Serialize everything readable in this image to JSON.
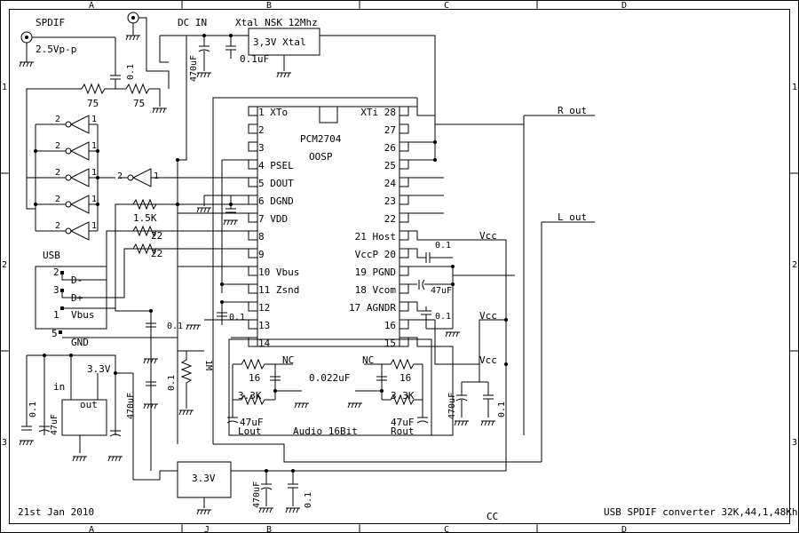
{
  "frame": {
    "columns_top": [
      "A",
      "B",
      "C",
      "D"
    ],
    "columns_bottom": [
      "A",
      "B",
      "J",
      "C",
      "D"
    ],
    "rows_left": [
      "1",
      "2",
      "3"
    ],
    "rows_right": [
      "1",
      "2",
      "3"
    ]
  },
  "title_block": {
    "date": "21st Jan 2010",
    "description": "USB SPDIF converter 32K,44,1,48Khz",
    "cc": "CC"
  },
  "labels": {
    "spdif": "SPDIF",
    "spdif_level": "2.5Vp-p",
    "dc_in": "DC IN",
    "xtal_title": "Xtal NSK 12Mhz",
    "xtal_box": "3,3V Xtal",
    "usb": "USB",
    "r_out": "R out",
    "l_out": "L out",
    "audio": "Audio 16Bit",
    "lout": "Lout",
    "rout": "Rout",
    "nc_left": "NC",
    "nc_right": "NC",
    "reg_in": "in",
    "reg_out": "out",
    "reg_3v3_label": "3.3V",
    "reg_box": "3.3V",
    "vcc1": "Vcc",
    "vcc2": "Vcc",
    "vcc3": "Vcc"
  },
  "usb_pins": {
    "p2": "2",
    "dminus": "D-",
    "p3": "3",
    "dplus": "D+",
    "p1": "1",
    "vbus": "Vbus",
    "p5": "5",
    "gnd": "GND"
  },
  "chip": {
    "name": "PCM2704",
    "suffix": "OOSP",
    "left_pins": [
      "1 XTo",
      "2",
      "3",
      "4 PSEL",
      "5 DOUT",
      "6 DGND",
      "7 VDD",
      "8",
      "9",
      "10 Vbus",
      "11 Zsnd",
      "12",
      "13",
      "14"
    ],
    "right_pins": [
      "XTi 28",
      "27",
      "26",
      "25",
      "24",
      "23",
      "22",
      "21 Host",
      "VccP 20",
      "19 PGND",
      "18 Vcom",
      "17 AGNDR",
      "16",
      "15"
    ]
  },
  "inverters": {
    "pin_in": "1",
    "pin_out": "2"
  },
  "components": {
    "r75a": "75",
    "r75b": "75",
    "c_spdif": "0.1",
    "c_xtal_470": "470uF",
    "c_xtal_01": "0.1uF",
    "r_1k5": "1.5K",
    "r22a": "22",
    "r22b": "22",
    "c_vcc": "0.1",
    "c_vcom": "47uF",
    "c_agnd": "0.1",
    "c_p12": "0.1",
    "c_p13": "0.1",
    "r_1m": "1M",
    "c_1m": "0.1",
    "c_reg_in": "0.1",
    "c_reg_47": "47uF",
    "c_reg_470": "470uF",
    "r16a": "16",
    "r3k3a": "3.3K",
    "c47a": "47uF",
    "c_0022": "0.022uF",
    "r16b": "16",
    "r3k3b": "3.3K",
    "c47b": "47uF",
    "c_vcc3_470": "470uF",
    "c_vcc3_01": "0.1",
    "c_bot_470": "470uF",
    "c_bot_01": "0.1"
  }
}
